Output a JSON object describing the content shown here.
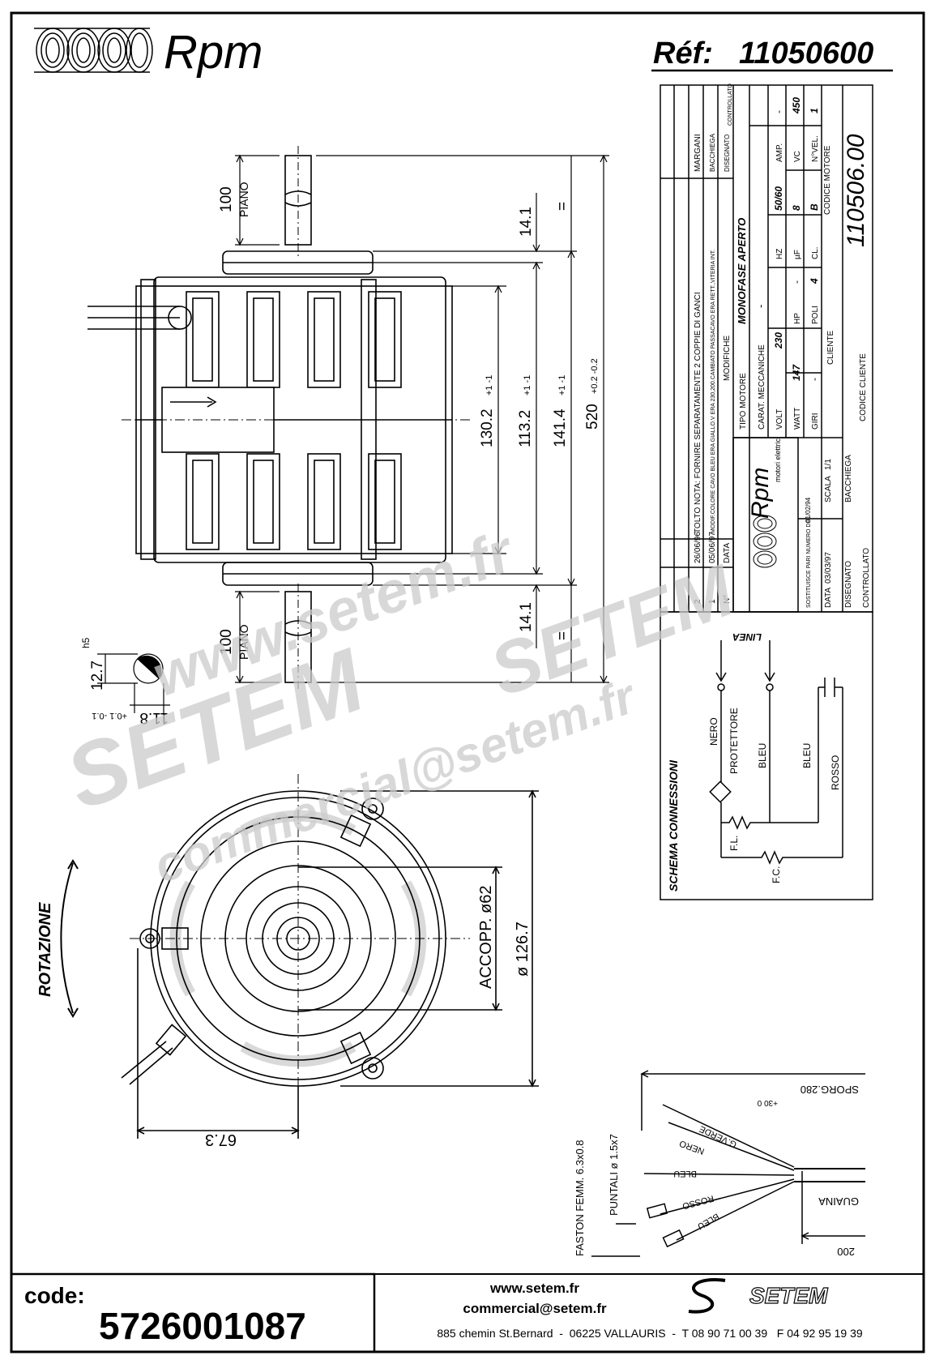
{
  "header": {
    "brand": "Rpm",
    "ref_label": "Réf:",
    "ref_value": "11050600"
  },
  "side_view": {
    "dim_piano_top_value": "100",
    "dim_piano_top_label": "PIANO",
    "dim_piano_bottom_value": "100",
    "dim_piano_bottom_label": "PIANO",
    "dim_14_1_top": "14.1",
    "dim_14_1_bottom": "14.1",
    "dim_equal_top": "=",
    "dim_equal_bottom": "=",
    "dim_130": "130.2",
    "dim_130_tol": "+1 -1",
    "dim_113": "113.2",
    "dim_113_tol": "+1 -1",
    "dim_141": "141.4",
    "dim_141_tol": "+1 -1",
    "dim_520": "520",
    "dim_520_tol": "+0.2 -0.2"
  },
  "shaft_detail": {
    "dim_diameter": "12.7",
    "dim_diameter_tol": "h5",
    "dim_flat": "11.8",
    "dim_flat_tol": "+0.1 -0.1"
  },
  "front_view": {
    "rotation_label": "ROTAZIONE",
    "accopp": "ACCOPP. ø62",
    "outer_dia": "ø 126.7",
    "dim_67": "67.3"
  },
  "title_block": {
    "mods": [
      {
        "no": "2",
        "date": "26/06/96",
        "text": "TOLTO NOTA: FORNIRE SEPARATAMENTE 2 COPPIE DI GANCI",
        "by": "MARGANI"
      },
      {
        "no": "1",
        "date": "05/06/97",
        "text": "MODIF.COLORE CAVO BLEU ERA GIALLO.V ERA 230,200.CAMBIATO PASSACAVO ERA RETT.,VITERIA INT.",
        "by": "BACCHIEGA"
      },
      {
        "no": "N°",
        "date": "DATA",
        "text": "MODIFICHE",
        "by": "DISEGNATO"
      },
      {
        "no": "",
        "date": "",
        "text": "",
        "by": "CONTROLLATO"
      }
    ],
    "tipo_motore_label": "TIPO MOTORE",
    "tipo_motore_value": "MONOFASE APERTO",
    "carat_label": "CARAT. MECCANICHE",
    "carat_value": "-",
    "volt_label": "VOLT",
    "volt_value": "230",
    "hz_label": "HZ",
    "hz_value": "50/60",
    "amp_label": "AMP.",
    "amp_value": "-",
    "watt_label": "WATT",
    "watt_value": "147",
    "hp_label": "HP",
    "hp_value": "-",
    "uf_label": "µF",
    "uf_value": "8",
    "vc_label": "VC",
    "vc_value": "450",
    "giri_label": "GIRI",
    "giri_value": "-",
    "poli_label": "POLI",
    "poli_value": "4",
    "cl_label": "CL.",
    "cl_value": "B",
    "nvel_label": "N°VEL.",
    "nvel_value": "1",
    "cliente_label": "CLIENTE",
    "codice_cliente_label": "CODICE CLIENTE",
    "codice_motore_label": "CODICE MOTORE",
    "codice_motore_value": "110506.00",
    "logo_text": "Rpm",
    "logo_sub": "motori elettrici",
    "sostituisce_label": "SOSTITUISCE PARI NUMERO DEL",
    "sostituisce_value": "01/02/94",
    "data_label": "DATA",
    "data_value": "03/03/97",
    "scala_label": "SCALA",
    "scala_value": "1/1",
    "disegnato_label": "DISEGNATO",
    "disegnato_value": "BACCHIEGA",
    "controllato_label": "CONTROLLATO"
  },
  "schema": {
    "title": "SCHEMA CONNESSIONI",
    "linea": "LINEA",
    "nero": "NERO",
    "protettore": "PROTETTORE",
    "bleu1": "BLEU",
    "bleu2": "BLEU",
    "rosso": "ROSSO",
    "fl": "F.L.",
    "fc": "F.C."
  },
  "cable": {
    "sporg": "SPORG.280",
    "sporg_tol": "+30 0",
    "verde": "G.VERDE",
    "nero": "NERO",
    "bleu": "BLEU",
    "rosso": "ROSSO",
    "bleu2": "BLEU",
    "guaina": "GUAINA",
    "puntali": "PUNTALI ø 1.5x7",
    "faston": "FASTON FEMM. 6.3x0.8",
    "dim_200": "200"
  },
  "watermark": {
    "line1": "www.setem.fr",
    "line2": "SETEM",
    "line3": "SETEM",
    "line4": "commercial@setem.fr"
  },
  "footer": {
    "code_label": "code:",
    "code_value": "5726001087",
    "web": "www.setem.fr",
    "email": "commercial@setem.fr",
    "setem_logo": "SETEM",
    "address": "885 chemin St.Bernard  -  06225 VALLAURIS  -  T 08 90 71 00 39   F 04 92 95 19 39"
  }
}
